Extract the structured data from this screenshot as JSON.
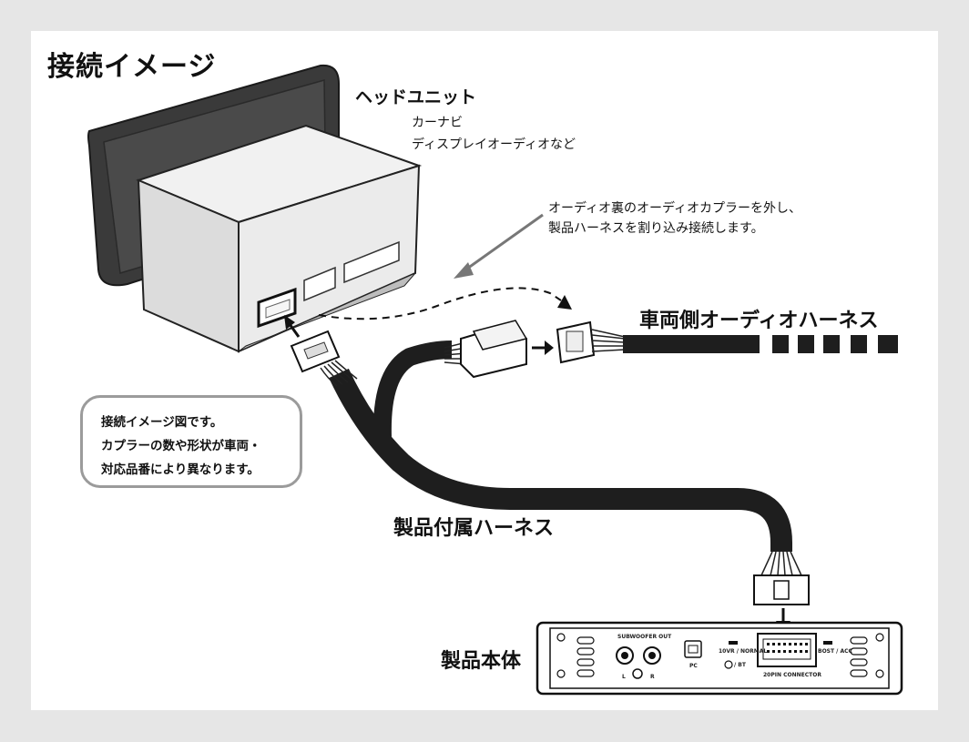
{
  "title": "接続イメージ",
  "head_unit": {
    "title": "ヘッドユニット",
    "subtitle_1": "カーナビ",
    "subtitle_2": "ディスプレイオーディオなど"
  },
  "instruction": {
    "line_1": "オーディオ裏のオーディオカプラーを外し、",
    "line_2": "製品ハーネスを割り込み接続します。"
  },
  "labels": {
    "vehicle_harness": "車両側オーディオハーネス",
    "product_harness": "製品付属ハーネス",
    "product_body": "製品本体"
  },
  "callout": {
    "line_1": "接続イメージ図です。",
    "line_2": "カプラーの数や形状が車両・",
    "line_3": "対応品番により異なります。"
  },
  "amp_panel": {
    "subwoofer_out": "SUBWOOFER OUT",
    "left": "L",
    "right": "R",
    "pc": "PC",
    "mode_switch": "10VR / NORMAL",
    "bt": "/ BT",
    "connector": "20PIN CONNECTOR",
    "acc": "BOST / ACC"
  },
  "colors": {
    "background": "#e6e6e6",
    "panel": "#ffffff",
    "bezel": "#333333",
    "unit_body": "#ececec",
    "harness": "#1e1e1e",
    "callout_border": "#9b9b9b"
  }
}
